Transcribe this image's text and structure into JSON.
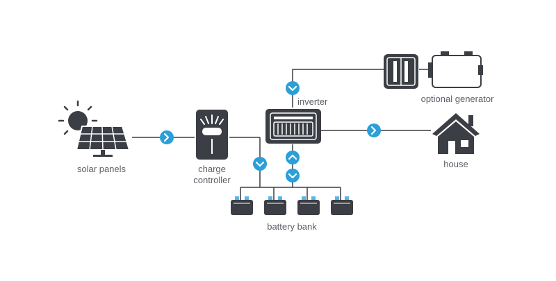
{
  "diagram": {
    "labels": {
      "solar_panels": "solar panels",
      "charge_controller_line1": "charge",
      "charge_controller_line2": "controller",
      "inverter": "inverter",
      "optional_generator": "optional generator",
      "house": "house",
      "battery_bank": "battery bank"
    },
    "colors": {
      "device": "#3b3e44",
      "line": "#3b3e44",
      "arrow": "#2a9fd8",
      "battery_terminal": "#5bb6e6",
      "sun": "#3b3e44",
      "text": "#5a5f66"
    },
    "icons": {
      "solar": "solar-panel-icon",
      "controller": "charge-controller-icon",
      "inverter": "inverter-icon",
      "generator": "generator-icon",
      "house": "house-icon",
      "battery": "battery-icon",
      "arrow": "chevron-arrow-icon"
    },
    "battery_count": 4
  }
}
